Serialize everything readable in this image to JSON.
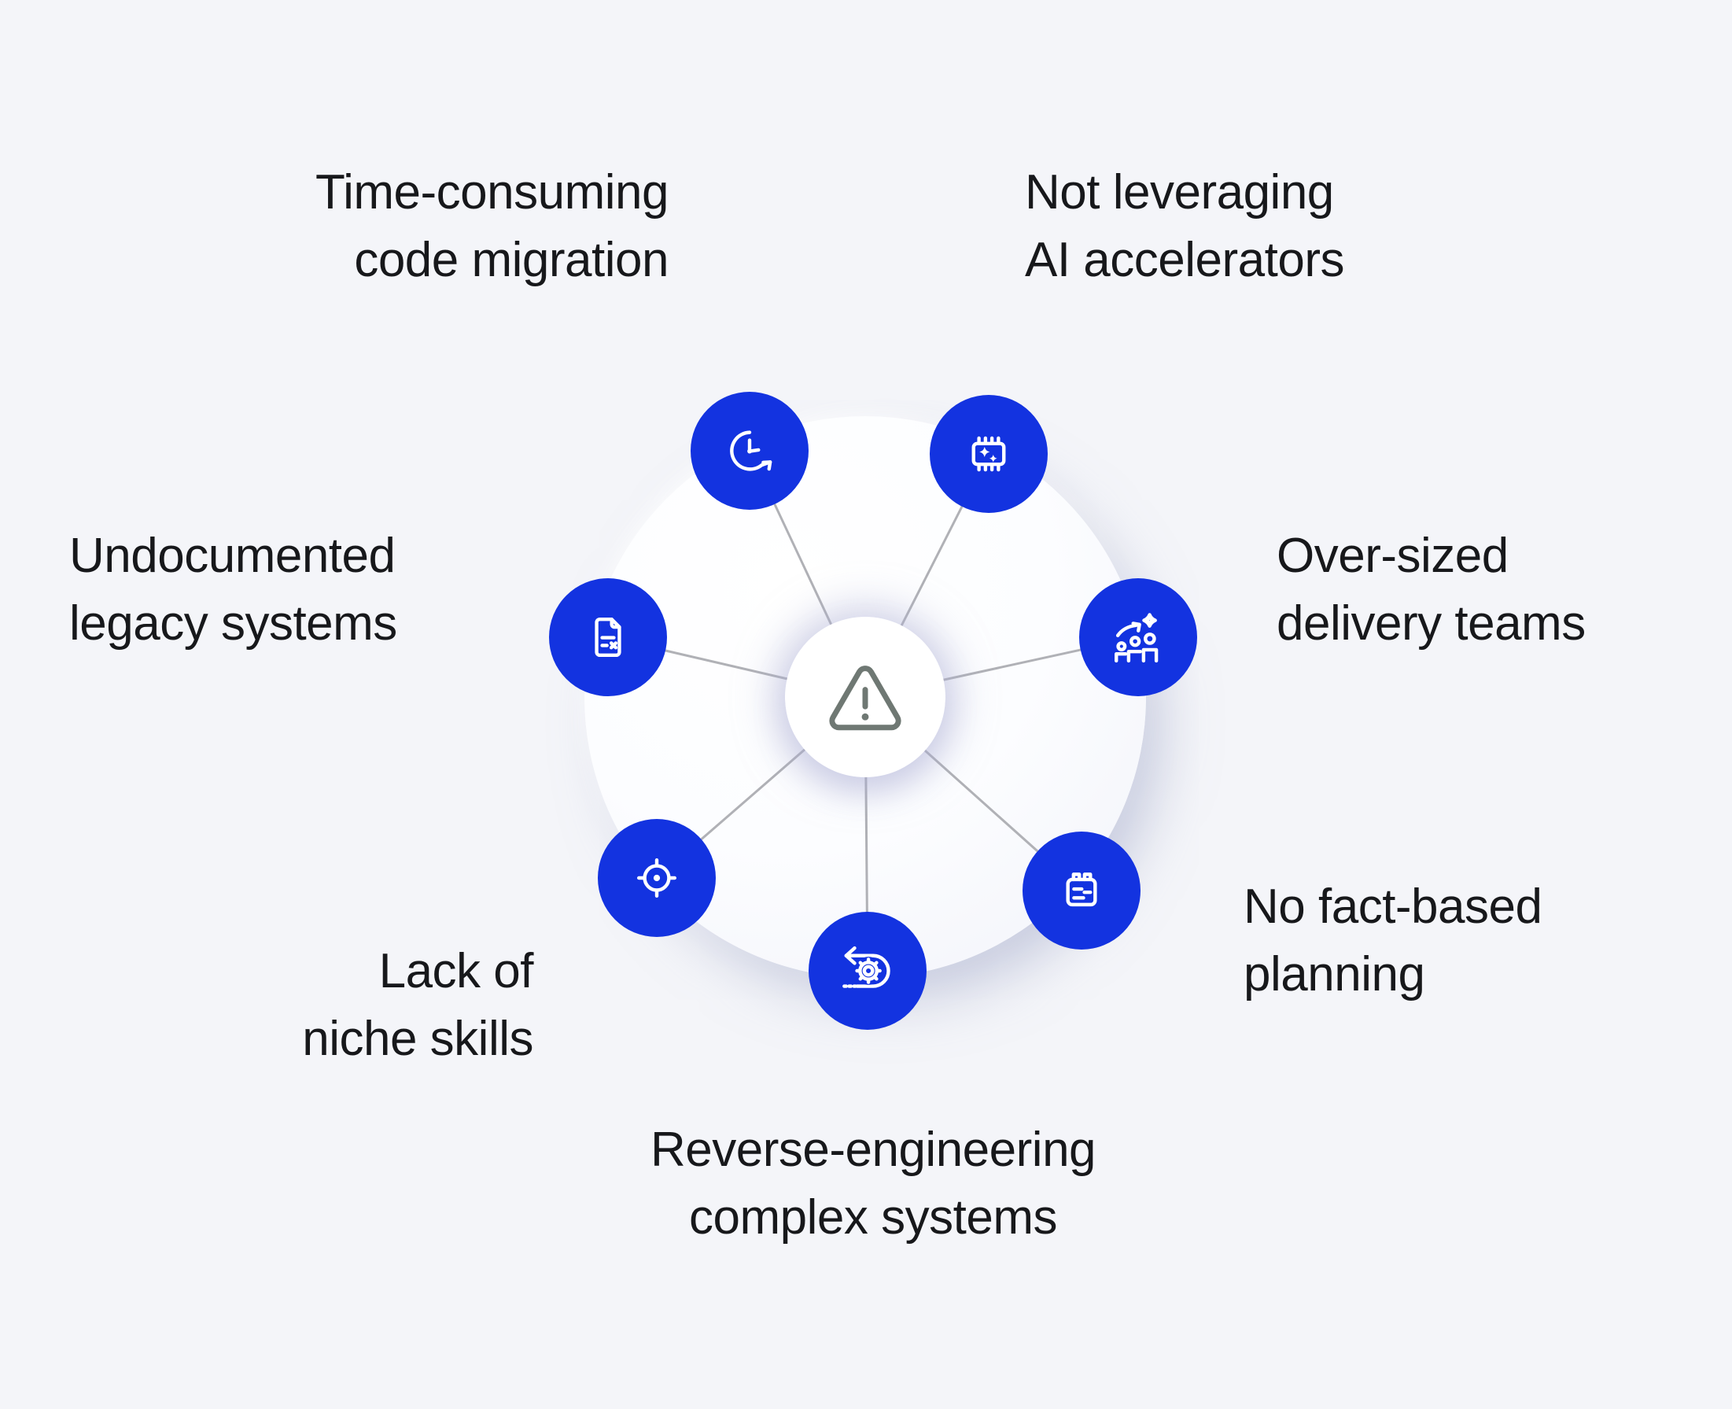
{
  "diagram": {
    "name": "legacy-modernization-challenges",
    "center": {
      "icon": "warning-triangle-icon"
    },
    "nodes": [
      {
        "id": "code-migration",
        "icon": "clock-history-icon",
        "label_lines": [
          "Time-consuming",
          "code migration"
        ]
      },
      {
        "id": "ai-accelerators",
        "icon": "ai-chip-icon",
        "label_lines": [
          "Not leveraging",
          "AI accelerators"
        ]
      },
      {
        "id": "legacy-systems",
        "icon": "undocumented-file-icon",
        "label_lines": [
          "Undocumented",
          "legacy systems"
        ]
      },
      {
        "id": "delivery-teams",
        "icon": "team-scaling-icon",
        "label_lines": [
          "Over-sized",
          "delivery teams"
        ]
      },
      {
        "id": "niche-skills",
        "icon": "target-icon",
        "label_lines": [
          "Lack of",
          "niche skills"
        ]
      },
      {
        "id": "fact-based-planning",
        "icon": "calendar-icon",
        "label_lines": [
          "No fact-based",
          "planning"
        ]
      },
      {
        "id": "reverse-engineering",
        "icon": "reverse-loop-gear-icon",
        "label_lines": [
          "Reverse-engineering",
          "complex systems"
        ]
      }
    ]
  },
  "colors": {
    "background": "#f4f5f9",
    "node_blue": "#1333e0",
    "connector_gray": "#b0b1b6",
    "warning_stroke": "#6f7873",
    "label_text": "#17181b",
    "plate_white": "#fcfdff",
    "center_white": "#ffffff"
  }
}
